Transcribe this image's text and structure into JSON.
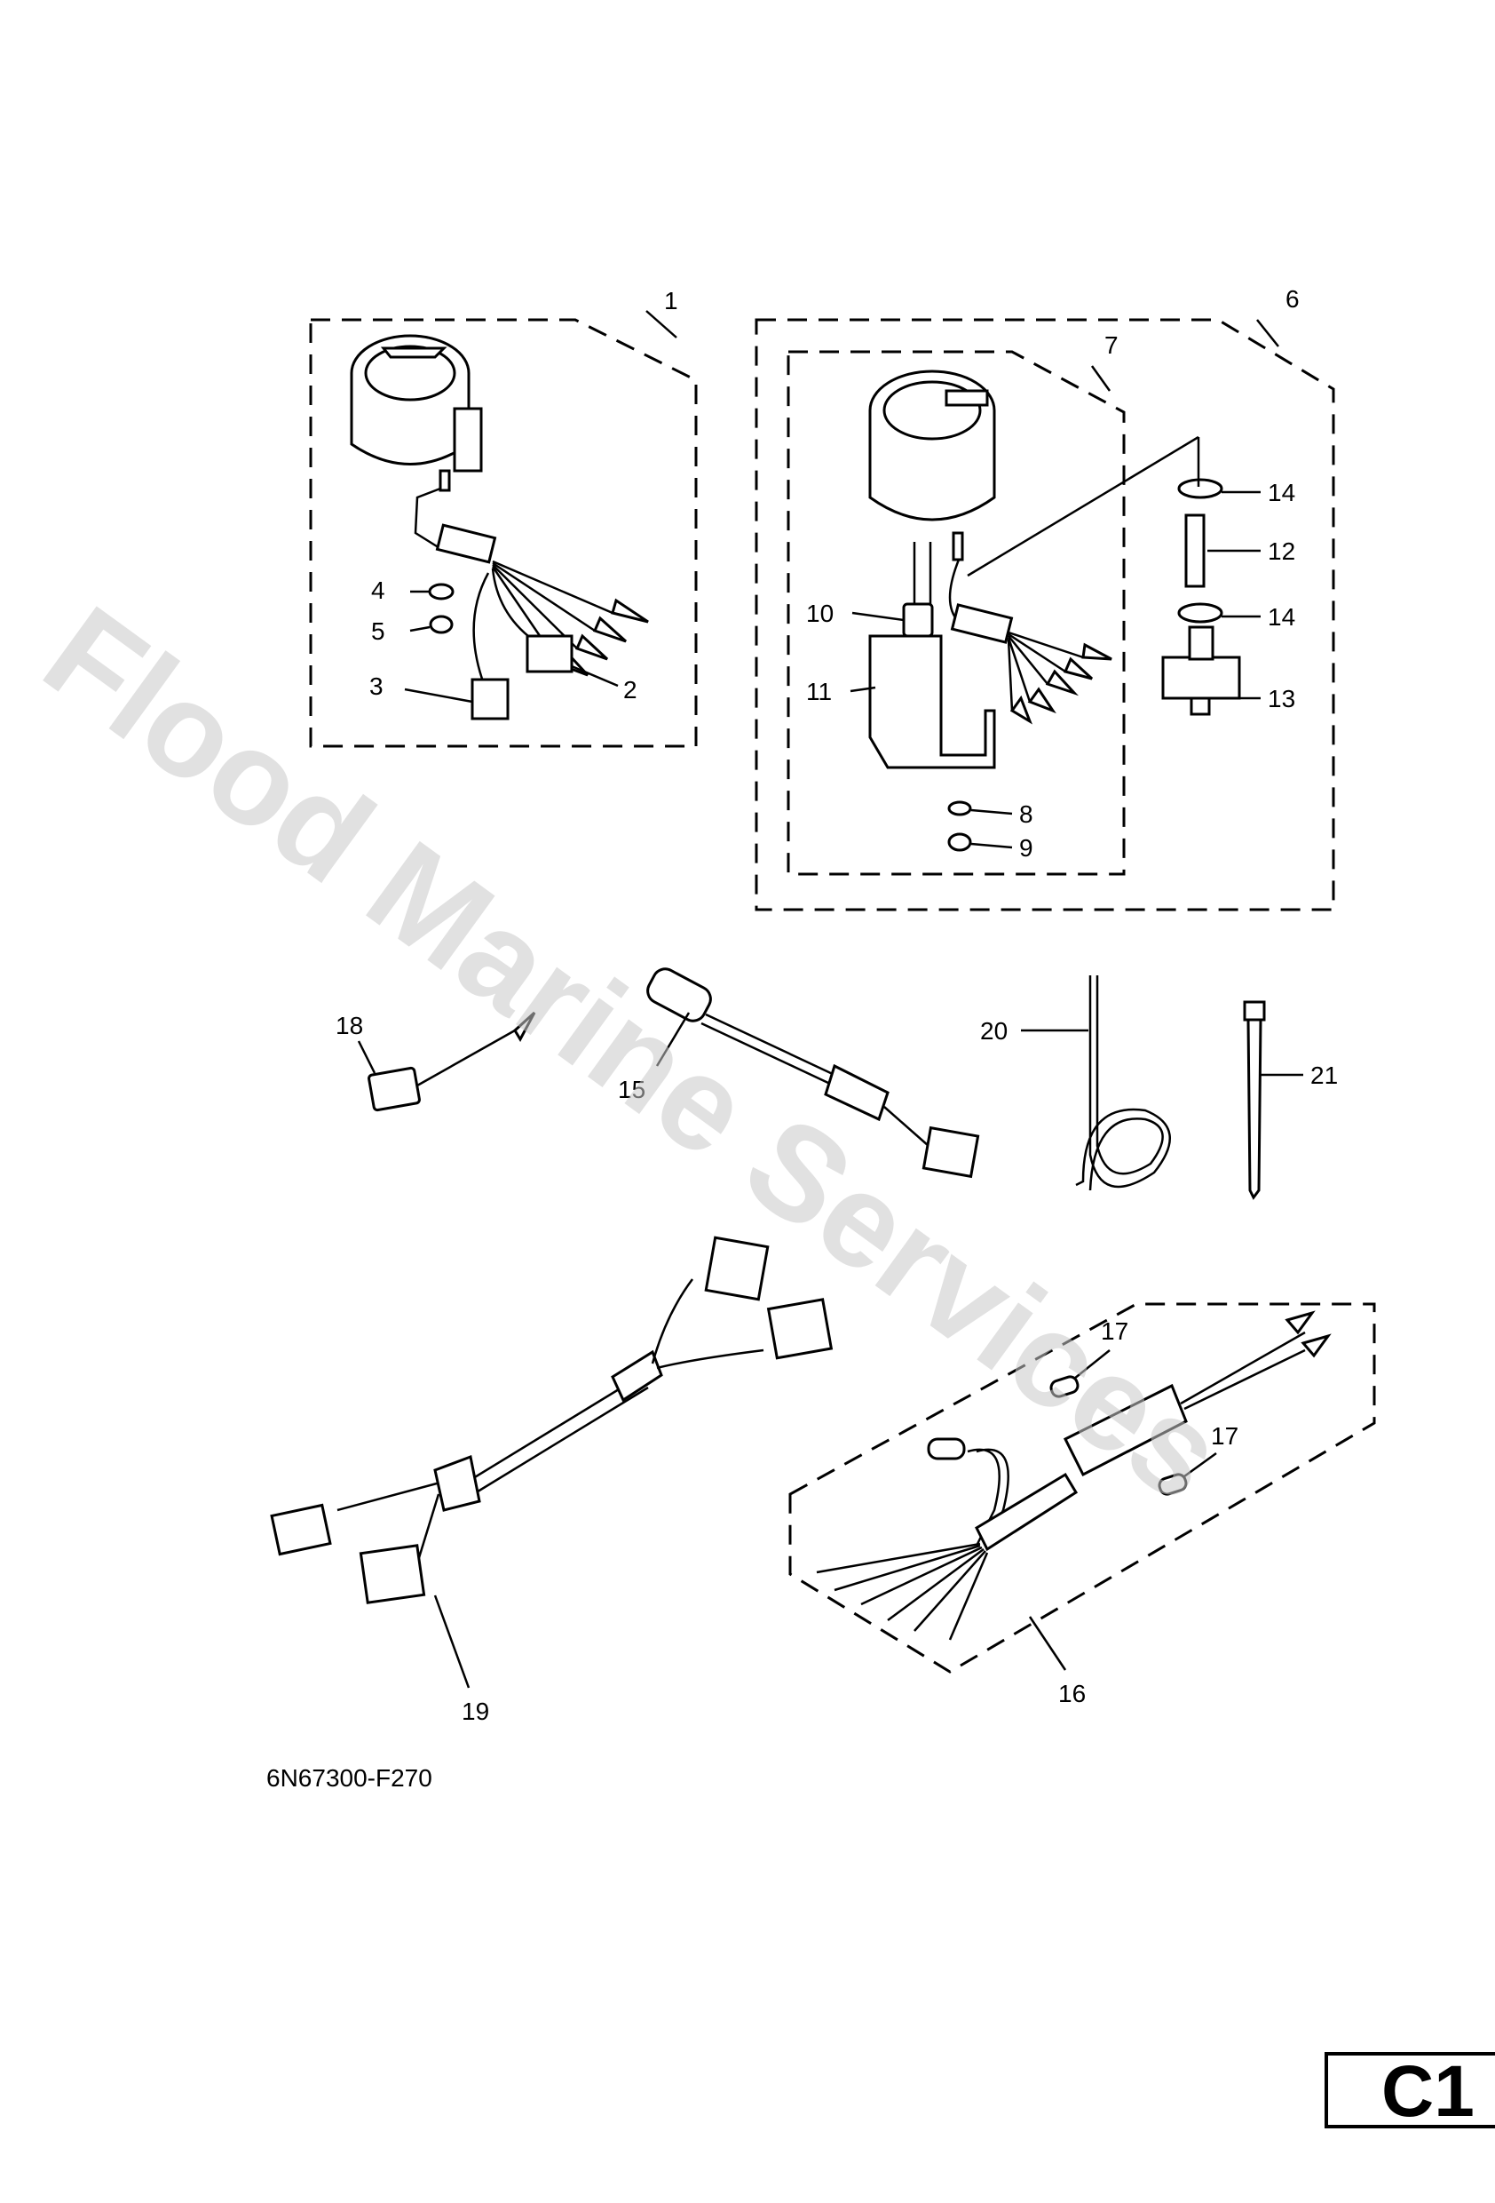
{
  "watermark": "Flood Marine Services",
  "diagram_code": "6N67300-F270",
  "page_tag": "C1",
  "callouts": {
    "c1": "1",
    "c2": "2",
    "c3": "3",
    "c4": "4",
    "c5": "5",
    "c6": "6",
    "c7": "7",
    "c8": "8",
    "c9": "9",
    "c10": "10",
    "c11": "11",
    "c12": "12",
    "c13": "13",
    "c14a": "14",
    "c14b": "14",
    "c15": "15",
    "c16": "16",
    "c17a": "17",
    "c17b": "17",
    "c18": "18",
    "c19": "19",
    "c20": "20",
    "c21": "21"
  }
}
